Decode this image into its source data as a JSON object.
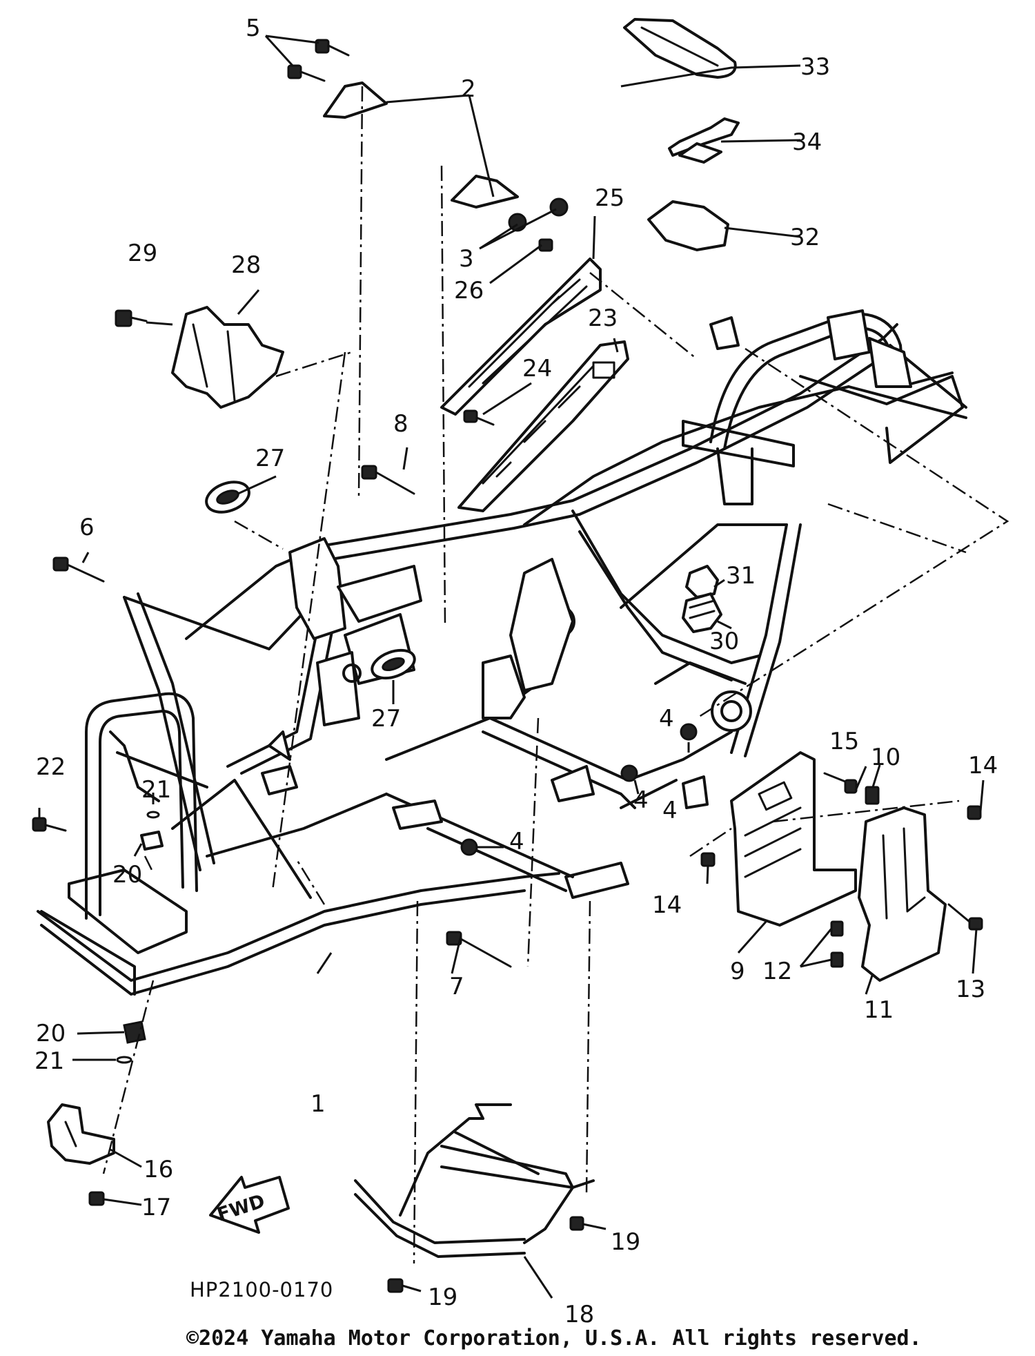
{
  "diagram": {
    "code": "HP2100-0170",
    "copyright": "©2024 Yamaha Motor Corporation, U.S.A. All rights reserved.",
    "direction_label": "FWD",
    "callouts": [
      "1",
      "2",
      "3",
      "4",
      "4",
      "4",
      "4",
      "5",
      "6",
      "7",
      "8",
      "9",
      "10",
      "11",
      "12",
      "13",
      "14",
      "14",
      "15",
      "16",
      "17",
      "18",
      "19",
      "19",
      "20",
      "20",
      "21",
      "21",
      "22",
      "23",
      "24",
      "25",
      "26",
      "27",
      "27",
      "28",
      "29",
      "30",
      "31",
      "32",
      "33",
      "34"
    ]
  }
}
